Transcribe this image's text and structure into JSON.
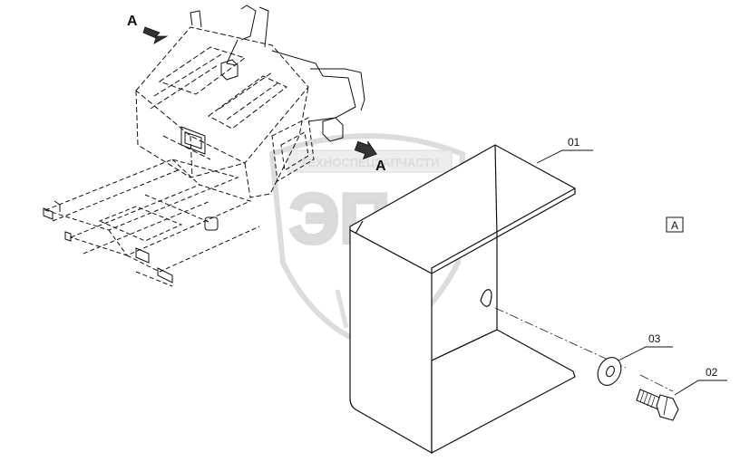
{
  "watermark": {
    "company_name": "ТЕХНОСПЕЦЗАПЧАСТИ",
    "brand_letters": "ЭПФ"
  },
  "view": {
    "arrow_label_top": "A",
    "arrow_label_mid": "A",
    "boxed_label": "A"
  },
  "callouts": [
    {
      "id": "01"
    },
    {
      "id": "03"
    },
    {
      "id": "02"
    }
  ],
  "colors": {
    "line": "#111111",
    "dashed": "#333333",
    "watermark": "#d0d0d0",
    "panel_fill": "#ffffff"
  }
}
